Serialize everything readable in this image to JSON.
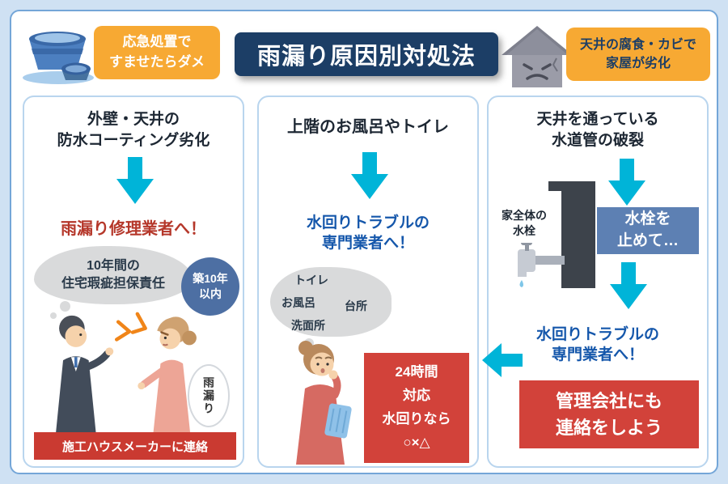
{
  "header": {
    "title": "雨漏り原因別対処法",
    "left_bubble_line1": "応急処置で",
    "left_bubble_line2": "すませたらダメ",
    "right_bubble_line1": "天井の腐食・カビで",
    "right_bubble_line2": "家屋が劣化"
  },
  "col1": {
    "title_line1": "外壁・天井の",
    "title_line2": "防水コーティング劣化",
    "action": "雨漏り修理業者へ！",
    "bubble_line1": "10年間の",
    "bubble_line2": "住宅瑕疵担保責任",
    "badge_line1": "築10年",
    "badge_line2": "以内",
    "speech": "雨漏り",
    "footer": "施工ハウスメーカーに連絡"
  },
  "col2": {
    "title": "上階のお風呂やトイレ",
    "action_line1": "水回りトラブルの",
    "action_line2": "専門業者へ！",
    "bubble_items": [
      "トイレ",
      "お風呂",
      "台所",
      "洗面所"
    ],
    "ad_line1": "24時間",
    "ad_line2": "対応",
    "ad_line3": "水回りなら",
    "ad_line4": "○×△"
  },
  "col3": {
    "title_line1": "天井を通っている",
    "title_line2": "水道管の破裂",
    "faucet_label_line1": "家全体の",
    "faucet_label_line2": "水栓",
    "step_line1": "水栓を",
    "step_line2": "止めて…",
    "action_line1": "水回りトラブルの",
    "action_line2": "専門業者へ！",
    "footer_line1": "管理会社にも",
    "footer_line2": "連絡をしよう"
  },
  "colors": {
    "accent_cyan": "#00b4d8",
    "navy": "#1c3e66",
    "orange": "#f7a933",
    "red_box": "#d2423a",
    "red_text": "#b5372a",
    "blue_text": "#1557ab",
    "steel_blue": "#5d80b3",
    "badge_blue": "#4d6fa3",
    "bubble_gray": "#d9dadb",
    "background": "#cfe1f3"
  }
}
